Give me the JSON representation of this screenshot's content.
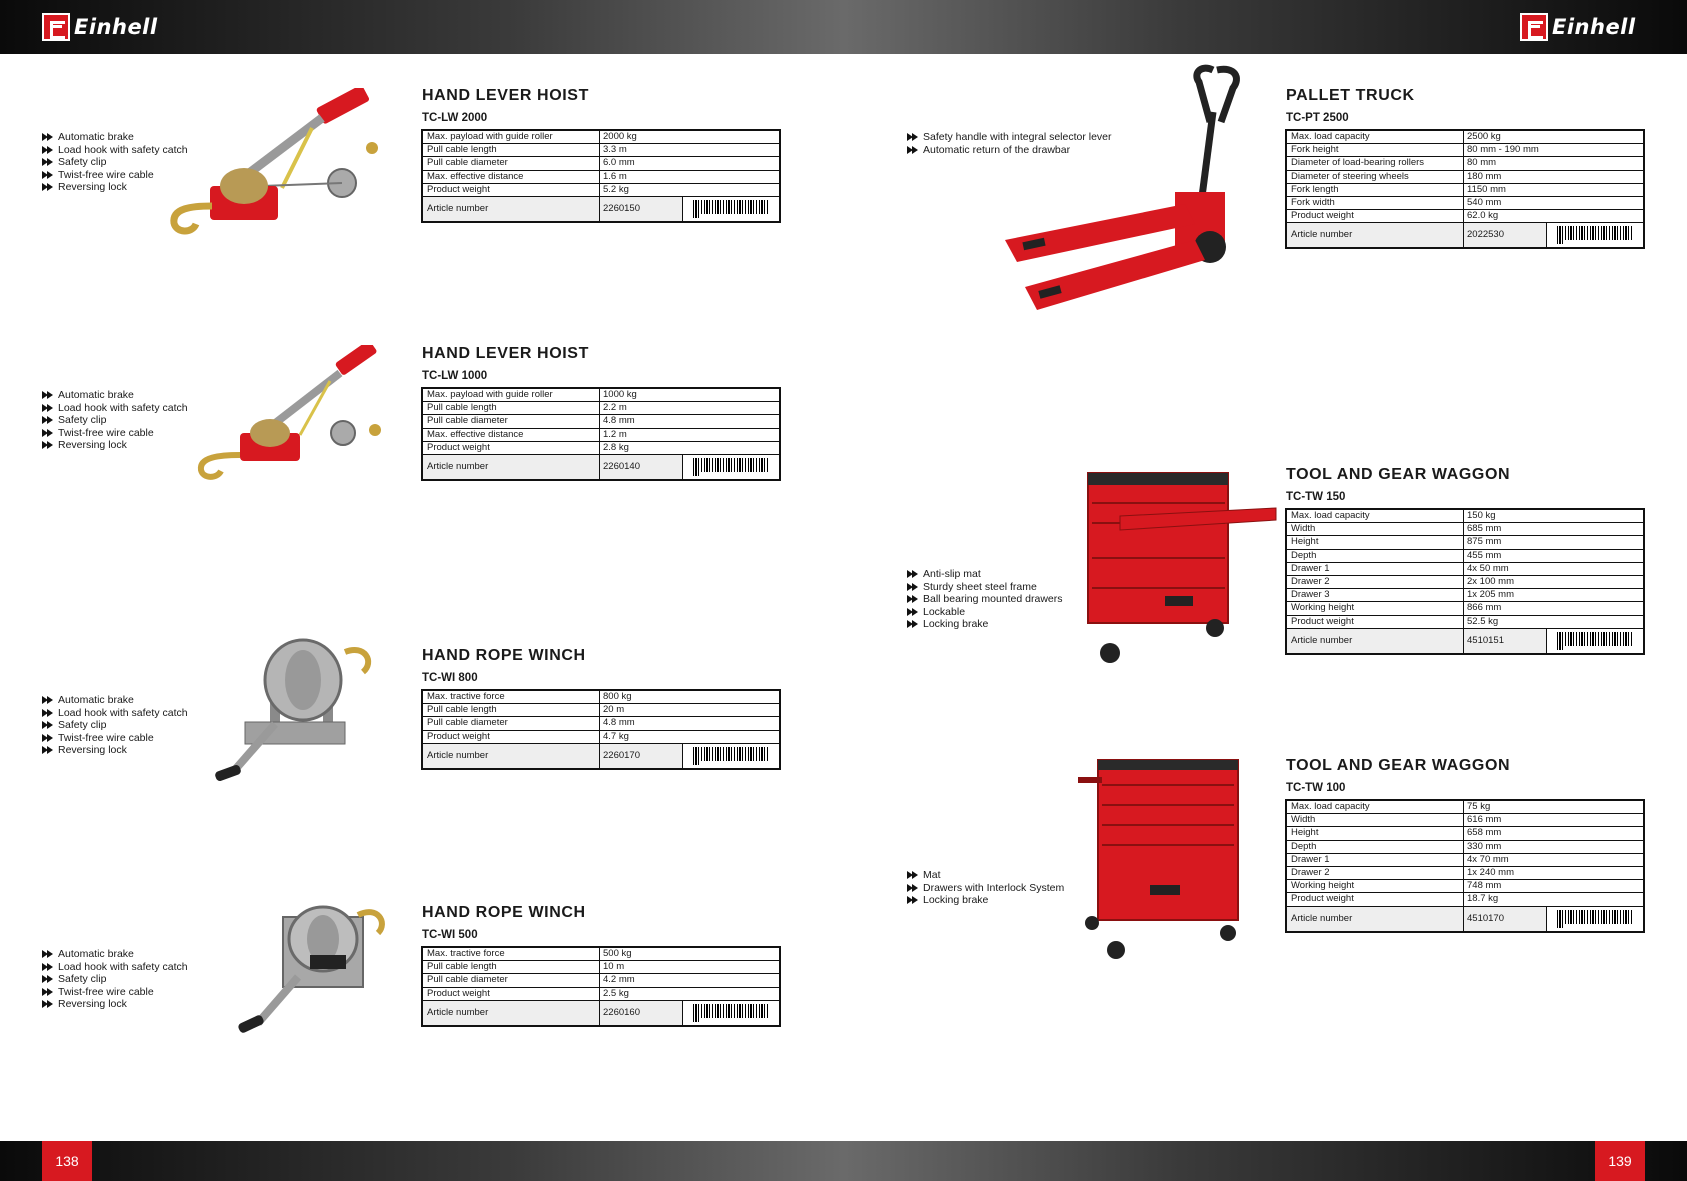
{
  "header": {
    "brand": "Einhell",
    "logo_color": "#d71920"
  },
  "pages": {
    "left_number": "138",
    "right_number": "139"
  },
  "table_labels": {
    "article_number": "Article number"
  },
  "products": {
    "lw2000": {
      "title": "HAND LEVER HOIST",
      "model": "TC-LW 2000",
      "features": [
        "Automatic brake",
        "Load hook with safety catch",
        "Safety clip",
        "Twist-free wire cable",
        "Reversing lock"
      ],
      "specs": [
        {
          "k": "Max. payload with guide roller",
          "v": "2000 kg"
        },
        {
          "k": "Pull cable length",
          "v": "3.3 m"
        },
        {
          "k": "Pull cable diameter",
          "v": "6.0 mm"
        },
        {
          "k": "Max. effective distance",
          "v": "1.6 m"
        },
        {
          "k": "Product weight",
          "v": "5.2 kg"
        }
      ],
      "article": "2260150"
    },
    "lw1000": {
      "title": "HAND LEVER HOIST",
      "model": "TC-LW 1000",
      "features": [
        "Automatic brake",
        "Load hook with safety catch",
        "Safety clip",
        "Twist-free wire cable",
        "Reversing lock"
      ],
      "specs": [
        {
          "k": "Max. payload with guide roller",
          "v": "1000 kg"
        },
        {
          "k": "Pull cable length",
          "v": "2.2 m"
        },
        {
          "k": "Pull cable diameter",
          "v": "4.8 mm"
        },
        {
          "k": "Max. effective distance",
          "v": "1.2 m"
        },
        {
          "k": "Product weight",
          "v": "2.8 kg"
        }
      ],
      "article": "2260140"
    },
    "wi800": {
      "title": "HAND ROPE WINCH",
      "model": "TC-WI 800",
      "features": [
        "Automatic brake",
        "Load hook with safety catch",
        "Safety clip",
        "Twist-free wire cable",
        "Reversing lock"
      ],
      "specs": [
        {
          "k": "Max. tractive force",
          "v": "800 kg"
        },
        {
          "k": "Pull cable length",
          "v": "20 m"
        },
        {
          "k": "Pull cable diameter",
          "v": "4.8 mm"
        },
        {
          "k": "Product weight",
          "v": "4.7 kg"
        }
      ],
      "article": "2260170"
    },
    "wi500": {
      "title": "HAND ROPE WINCH",
      "model": "TC-WI 500",
      "features": [
        "Automatic brake",
        "Load hook with safety catch",
        "Safety clip",
        "Twist-free wire cable",
        "Reversing lock"
      ],
      "specs": [
        {
          "k": "Max. tractive force",
          "v": "500 kg"
        },
        {
          "k": "Pull cable length",
          "v": "10 m"
        },
        {
          "k": "Pull cable diameter",
          "v": "4.2 mm"
        },
        {
          "k": "Product weight",
          "v": "2.5 kg"
        }
      ],
      "article": "2260160"
    },
    "pt2500": {
      "title": "PALLET TRUCK",
      "model": "TC-PT 2500",
      "features": [
        "Safety handle with integral selector lever",
        "Automatic return of the drawbar"
      ],
      "specs": [
        {
          "k": "Max. load capacity",
          "v": "2500 kg"
        },
        {
          "k": "Fork height",
          "v": "80 mm - 190 mm"
        },
        {
          "k": "Diameter of load-bearing rollers",
          "v": "80 mm"
        },
        {
          "k": "Diameter of steering wheels",
          "v": "180 mm"
        },
        {
          "k": "Fork length",
          "v": "1150 mm"
        },
        {
          "k": "Fork width",
          "v": "540 mm"
        },
        {
          "k": "Product weight",
          "v": "62.0 kg"
        }
      ],
      "article": "2022530"
    },
    "tw150": {
      "title": "TOOL AND GEAR WAGGON",
      "model": "TC-TW 150",
      "features": [
        "Anti-slip mat",
        "Sturdy sheet steel frame",
        "Ball bearing mounted drawers",
        "Lockable",
        "Locking brake"
      ],
      "specs": [
        {
          "k": "Max. load capacity",
          "v": "150 kg"
        },
        {
          "k": "Width",
          "v": "685 mm"
        },
        {
          "k": "Height",
          "v": "875 mm"
        },
        {
          "k": "Depth",
          "v": "455 mm"
        },
        {
          "k": "Drawer 1",
          "v": "4x 50 mm"
        },
        {
          "k": "Drawer 2",
          "v": "2x 100 mm"
        },
        {
          "k": "Drawer 3",
          "v": "1x 205 mm"
        },
        {
          "k": "Working height",
          "v": "866 mm"
        },
        {
          "k": "Product weight",
          "v": "52.5 kg"
        }
      ],
      "article": "4510151"
    },
    "tw100": {
      "title": "TOOL AND GEAR WAGGON",
      "model": "TC-TW 100",
      "features": [
        "Mat",
        "Drawers with Interlock System",
        "Locking brake"
      ],
      "specs": [
        {
          "k": "Max. load capacity",
          "v": "75 kg"
        },
        {
          "k": "Width",
          "v": "616 mm"
        },
        {
          "k": "Height",
          "v": "658 mm"
        },
        {
          "k": "Depth",
          "v": "330 mm"
        },
        {
          "k": "Drawer 1",
          "v": "4x 70 mm"
        },
        {
          "k": "Drawer 2",
          "v": "1x 240 mm"
        },
        {
          "k": "Working height",
          "v": "748 mm"
        },
        {
          "k": "Product weight",
          "v": "18.7 kg"
        }
      ],
      "article": "4510170"
    }
  }
}
